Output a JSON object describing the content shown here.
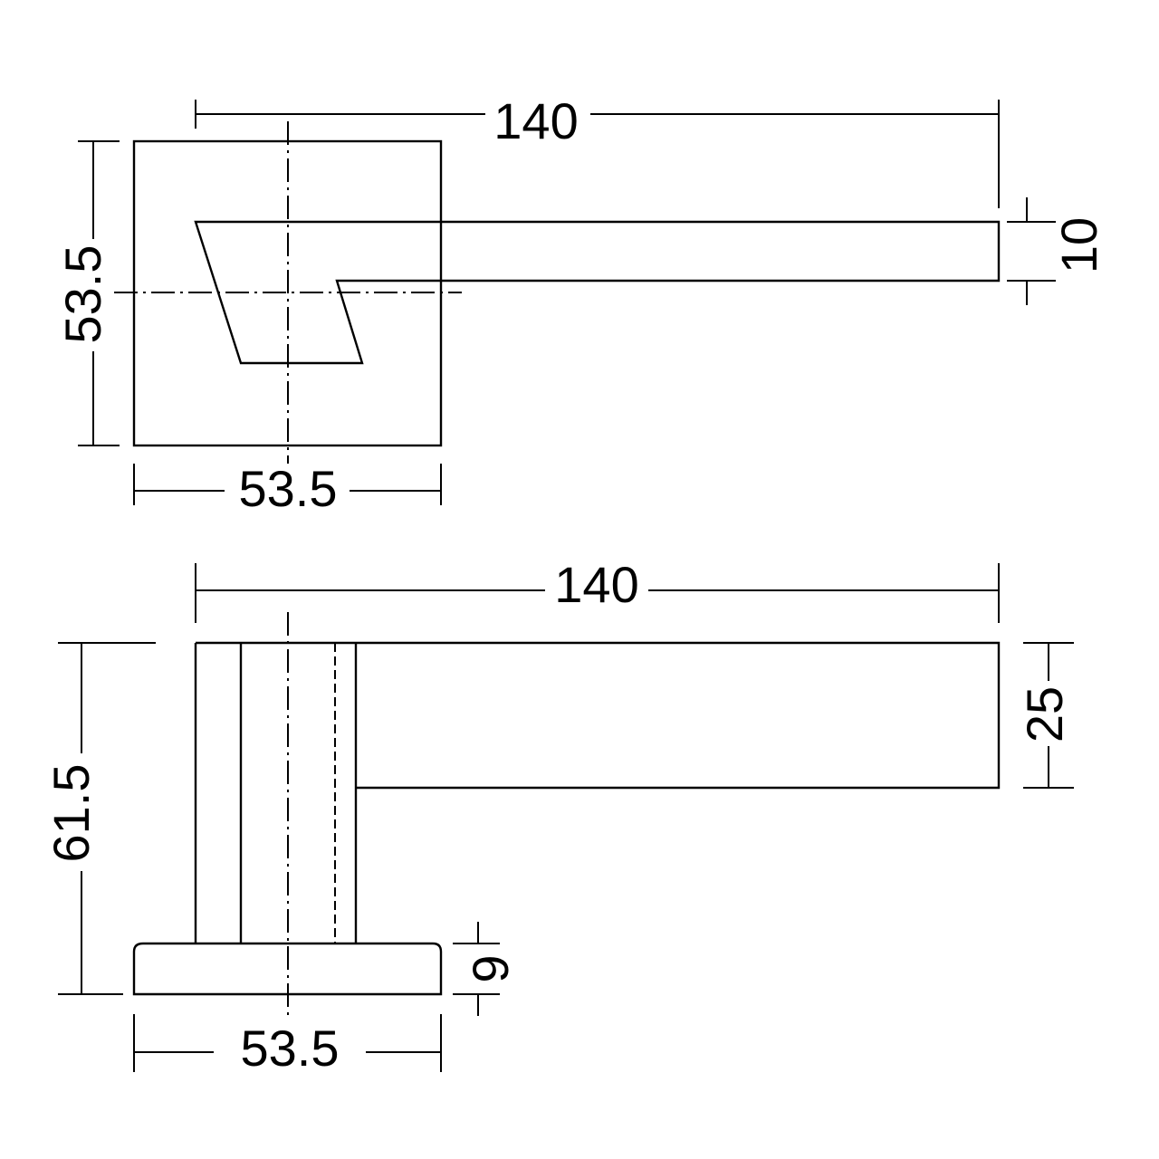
{
  "drawing": {
    "top_view": {
      "overall_length": "140",
      "rose_height": "53.5",
      "rose_width": "53.5",
      "lever_thickness": "10"
    },
    "side_view": {
      "overall_length": "140",
      "total_height": "61.5",
      "lever_height": "25",
      "rose_thickness": "9",
      "rose_width": "53.5"
    }
  }
}
